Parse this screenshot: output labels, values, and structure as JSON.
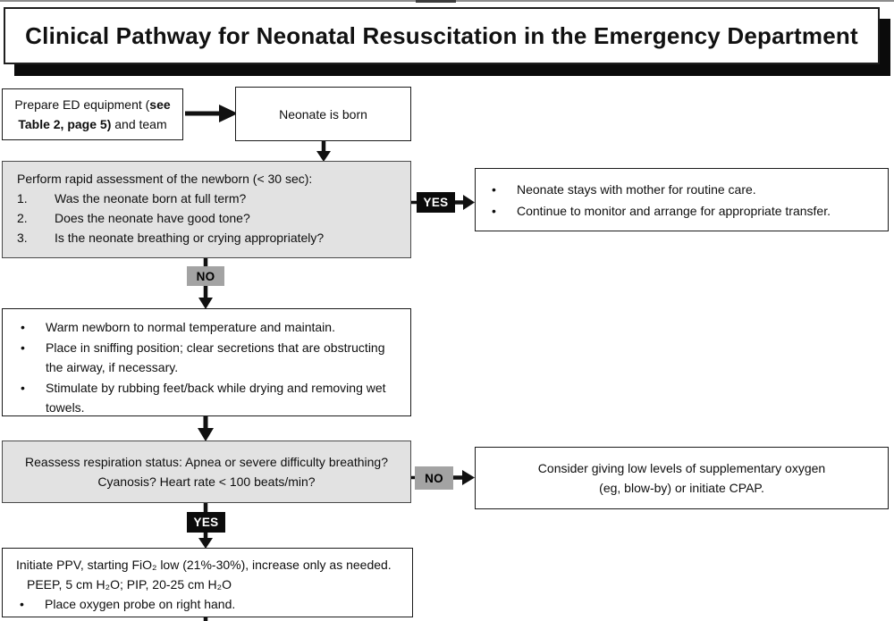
{
  "title": "Clinical Pathway for Neonatal Resuscitation in the Emergency Department",
  "glyphs": {
    "bullet": "•"
  },
  "colors": {
    "box_gray_fill": "#e2e2e2",
    "label_gray_fill": "#a3a3a3",
    "label_black_fill": "#0b0b0b",
    "border": "#1a1a1a",
    "title_shadow": "#0b0b0b"
  },
  "labels": {
    "yes1": "YES",
    "no1": "NO",
    "no2": "NO",
    "yes2": "YES"
  },
  "boxes": {
    "prepare": {
      "pre": "Prepare ED equipment (",
      "bold": "see Table 2, page 5)",
      "post": " and team"
    },
    "born": {
      "text": "Neonate is born"
    },
    "assess": {
      "lead": "Perform rapid assessment of the newborn (< 30 sec):",
      "items": [
        {
          "num": "1.",
          "text": "Was the neonate born at full term?"
        },
        {
          "num": "2.",
          "text": "Does the neonate have good tone?"
        },
        {
          "num": "3.",
          "text": "Is the neonate breathing or crying appropriately?"
        }
      ]
    },
    "routine": {
      "bullets": [
        "Neonate stays with mother for routine care.",
        "Continue to monitor and arrange for appropriate transfer."
      ]
    },
    "warm": {
      "bullets": [
        "Warm newborn to normal temperature and maintain.",
        "Place in sniffing position; clear secretions that are obstructing the airway, if necessary.",
        "Stimulate by rubbing feet/back while drying and removing wet towels."
      ]
    },
    "reassess": {
      "line1": "Reassess respiration status: Apnea or severe difficulty breathing?",
      "line2": "Cyanosis? Heart rate < 100 beats/min?"
    },
    "oxygen": {
      "line1": "Consider giving low levels of supplementary oxygen",
      "line2": "(eg, blow-by) or initiate CPAP."
    },
    "ppv": {
      "line1": "Initiate PPV, starting FiO₂ low (21%-30%), increase only as needed.",
      "line2": "PEEP, 5 cm H₂O; PIP, 20-25 cm H₂O",
      "bullet": "Place oxygen probe on right hand."
    }
  }
}
